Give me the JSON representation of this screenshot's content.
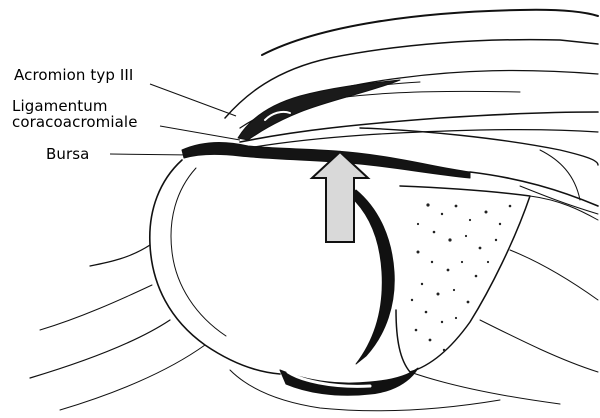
{
  "figure": {
    "labels": {
      "acromion": "Acromion typ III",
      "ligamentum_line1": "Ligamentum",
      "ligamentum_line2": "coracoacromiale",
      "bursa": "Bursa"
    },
    "arrow": {
      "fill": "#d9d9d9",
      "stroke": "#111111",
      "direction": "up"
    },
    "ink_color": "#111111"
  }
}
